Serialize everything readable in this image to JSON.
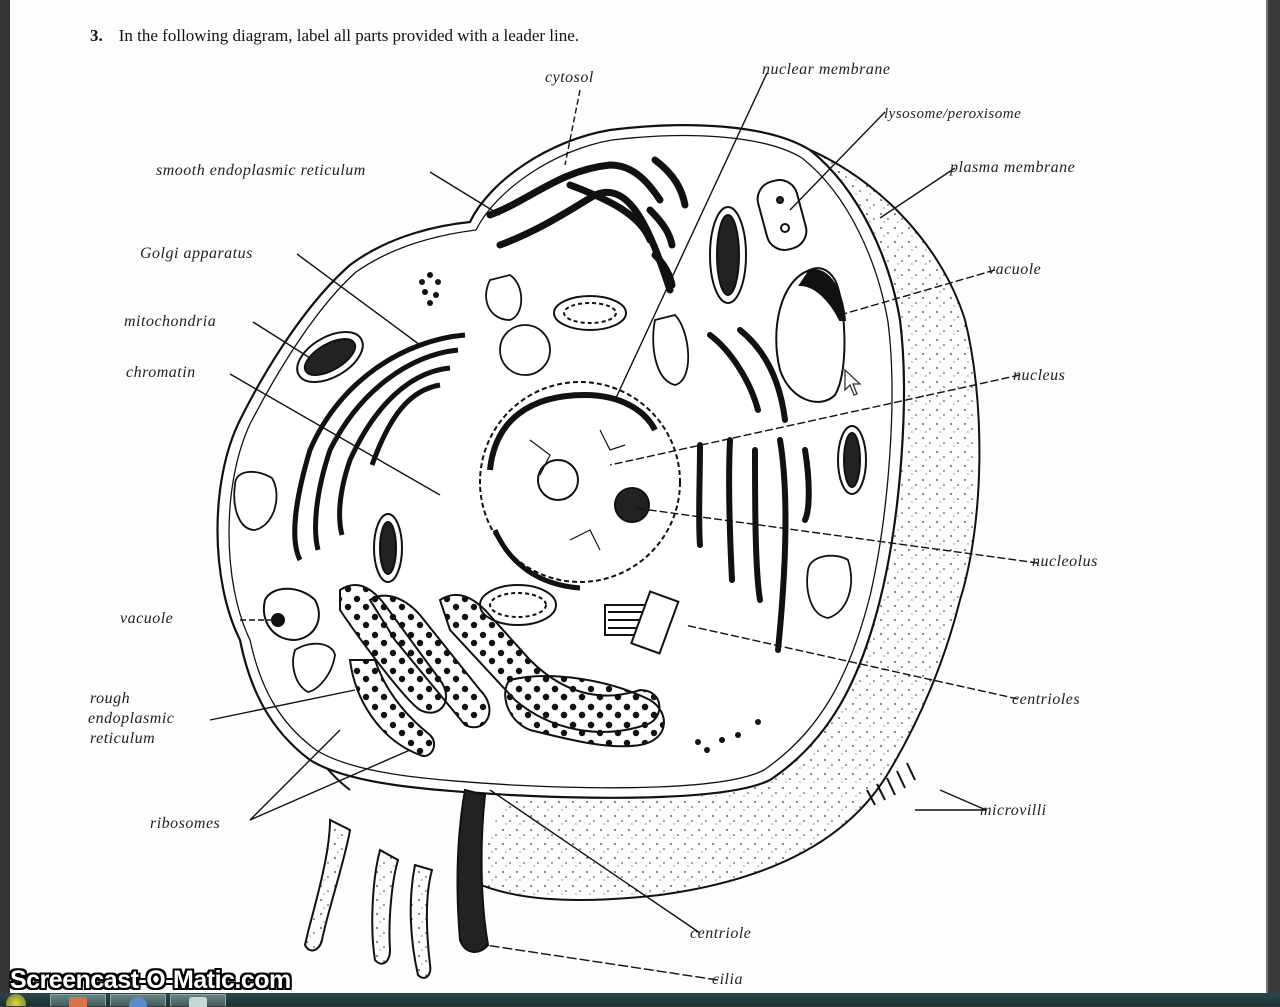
{
  "question": {
    "number": "3.",
    "text": "In the following diagram, label all parts provided with a leader line."
  },
  "labels": {
    "cytosol": "cytosol",
    "nuclear_membrane": "nuclear membrane",
    "lysosome_peroxisome": "lysosome/peroxisome",
    "plasma_membrane": "plasma membrane",
    "smooth_er": "smooth endoplasmic reticulum",
    "golgi": "Golgi apparatus",
    "mitochondria": "mitochondria",
    "chromatin": "chromatin",
    "vacuole_right": "vacuole",
    "nucleus": "nucleus",
    "nucleolus": "nucleolus",
    "vacuole_left": "vacuole",
    "rough_er_line1": "rough",
    "rough_er_line2": "endoplasmic",
    "rough_er_line3": "reticulum",
    "centrioles": "centrioles",
    "ribosomes": "ribosomes",
    "microvilli": "microvilli",
    "centriole": "centriole",
    "cilia": "cilia"
  },
  "watermark": "Screencast-O-Matic.com",
  "taskbar": {
    "start_icon": "windows-start-orb",
    "buttons": [
      {
        "icon": "folder-icon",
        "color": "#e0704a"
      },
      {
        "icon": "browser-icon",
        "color": "#5a8ad0"
      },
      {
        "icon": "app-icon",
        "color": "#c8d8d8"
      }
    ]
  },
  "colors": {
    "background": "#3a3a3a",
    "page": "#fdfdfd",
    "ink": "#111111",
    "taskbar": "#1e3a3a"
  }
}
